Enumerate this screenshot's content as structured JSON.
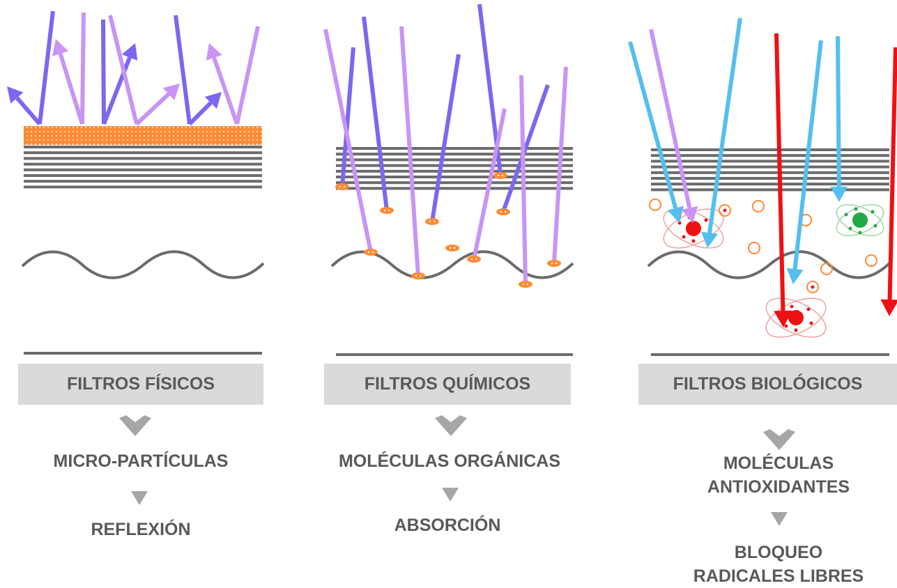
{
  "colors": {
    "uv_violet": "#7b68ee",
    "uv_lilac": "#c994f4",
    "uv_blue": "#55bfee",
    "ir_red": "#ee1111",
    "particle_orange": "#ff8a33",
    "skin_line": "#6b6b6b",
    "label_bg": "#dadada",
    "text_gray": "#595959",
    "arrow_gray": "#a6a6a6",
    "radical_red": "#ee1111",
    "antioxidant_green": "#22aa44"
  },
  "panels": [
    {
      "id": "fisicos",
      "label": "FILTROS FÍSICOS",
      "ingredient": "MICRO-PARTÍCULAS",
      "mechanism": "REFLEXIÓN",
      "icon": "reflection-diagram"
    },
    {
      "id": "quimicos",
      "label": "FILTROS QUÍMICOS",
      "ingredient": "MOLÉCULAS ORGÁNICAS",
      "mechanism": "ABSORCIÓN",
      "icon": "absorption-diagram"
    },
    {
      "id": "biologicos",
      "label": "FILTROS BIOLÓGICOS",
      "ingredient_lines": [
        "MOLÉCULAS",
        "ANTIOXIDANTES"
      ],
      "mechanism_lines": [
        "BLOQUEO",
        "RADICALES LIBRES"
      ],
      "icon": "radical-blocking-diagram"
    }
  ]
}
